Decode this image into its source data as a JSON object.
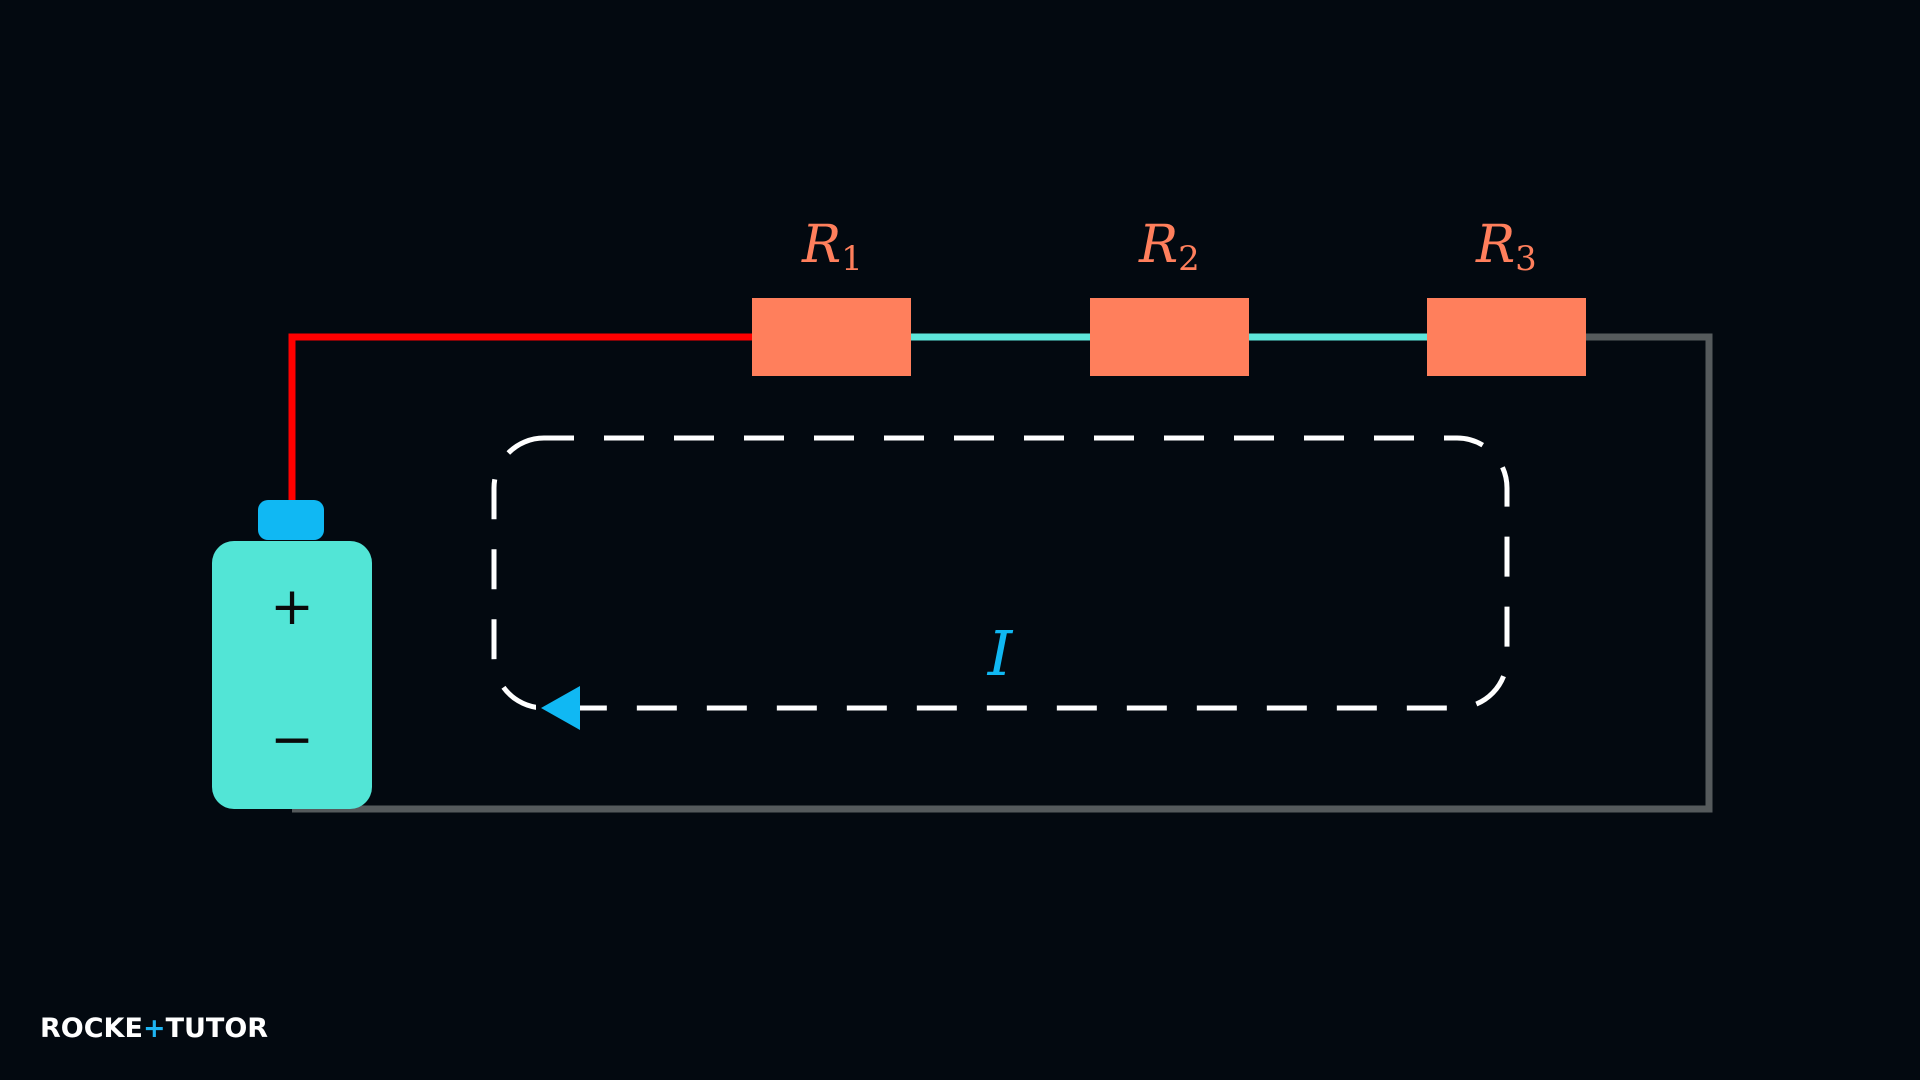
{
  "diagram": {
    "resistors": [
      {
        "symbol": "R",
        "subscript": "1"
      },
      {
        "symbol": "R",
        "subscript": "2"
      },
      {
        "symbol": "R",
        "subscript": "3"
      }
    ],
    "battery": {
      "positive_sign": "+",
      "negative_sign": "−"
    },
    "current_label": "I"
  },
  "colors": {
    "background": "#030910",
    "resistor_fill": "#ff7f5c",
    "positive_wire": "#ff0000",
    "middle_wire": "#5ee6db",
    "return_wire": "#555a5c",
    "battery_body": "#52e5d6",
    "battery_cap": "#10b8f3",
    "current_loop": "#ffffff",
    "current_arrow": "#10b8f3"
  },
  "logo": {
    "part1": "ROCKE",
    "plus": "+",
    "part2": "TUTO",
    "part3": "R"
  }
}
